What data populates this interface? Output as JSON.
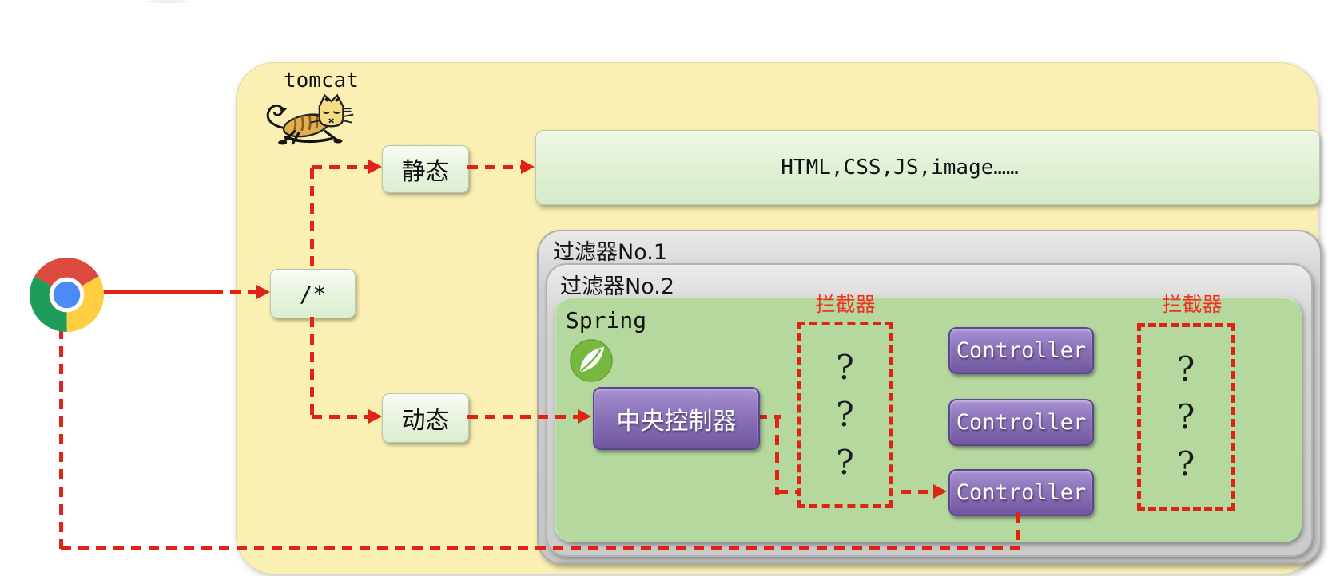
{
  "colors": {
    "arrow_red": "#de2415",
    "interceptor_label_red": "#f23125",
    "yellow_panel": "#faf0b4",
    "green_panel": "#b5d89f",
    "gray_panel": "#cecece",
    "purple_box": "#7b62ac"
  },
  "browser": {
    "icon": "chrome-logo"
  },
  "tomcat_panel": {
    "title": "tomcat",
    "logo": "tomcat-cat-logo"
  },
  "routing": {
    "root_path": "/*",
    "static_label": "静态",
    "dynamic_label": "动态"
  },
  "static_resources": {
    "label": "HTML,CSS,JS,image……"
  },
  "filter_panels": [
    {
      "label": "过滤器No.1"
    },
    {
      "label": "过滤器No.2"
    }
  ],
  "spring_panel": {
    "title": "Spring",
    "logo": "spring-leaf-logo"
  },
  "central_controller": {
    "label": "中央控制器"
  },
  "controllers": [
    {
      "label": "Controller"
    },
    {
      "label": "Controller"
    },
    {
      "label": "Controller"
    }
  ],
  "interceptors": [
    {
      "label": "拦截器",
      "marks": [
        "?",
        "?",
        "?"
      ]
    },
    {
      "label": "拦截器",
      "marks": [
        "?",
        "?",
        "?"
      ]
    }
  ]
}
